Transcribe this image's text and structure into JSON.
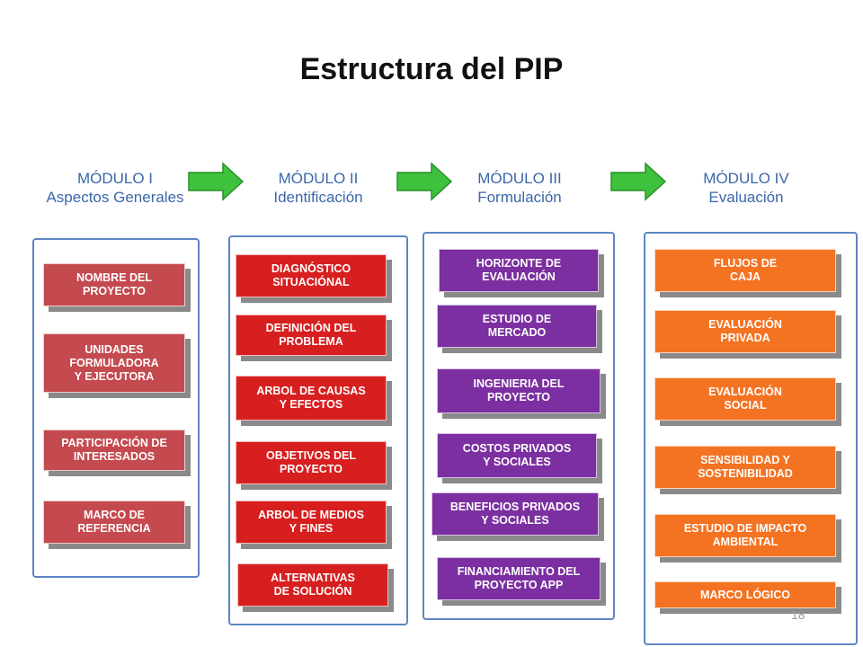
{
  "title": "Estructura del PIP",
  "modules": [
    {
      "name": "MÓDULO I",
      "subtitle": "Aspectos Generales"
    },
    {
      "name": "MÓDULO II",
      "subtitle": "Identificación"
    },
    {
      "name": "MÓDULO III",
      "subtitle": "Formulación"
    },
    {
      "name": "MÓDULO IV",
      "subtitle": "Evaluación"
    }
  ],
  "module1_items": [
    "NOMBRE DEL\nPROYECTO",
    "UNIDADES\nFORMULADORA\nY EJECUTORA",
    "PARTICIPACIÓN DE\nINTERESADOS",
    "MARCO DE\nREFERENCIA"
  ],
  "module2_items": [
    "DIAGNÓSTICO\nSITUACIÓNAL",
    "DEFINICIÓN DEL\nPROBLEMA",
    "ARBOL DE CAUSAS\nY EFECTOS",
    "OBJETIVOS DEL\nPROYECTO",
    "ARBOL DE MEDIOS\nY FINES",
    "ALTERNATIVAS\nDE SOLUCIÓN"
  ],
  "module3_items": [
    "HORIZONTE DE\nEVALUACIÓN",
    "ESTUDIO DE\nMERCADO",
    "INGENIERIA DEL\nPROYECTO",
    "COSTOS PRIVADOS\nY SOCIALES",
    "BENEFICIOS PRIVADOS\nY SOCIALES",
    "FINANCIAMIENTO DEL\nPROYECTO APP"
  ],
  "module4_items": [
    "FLUJOS DE\nCAJA",
    "EVALUACIÓN\nPRIVADA",
    "EVALUACIÓN\nSOCIAL",
    "SENSIBILIDAD Y\nSOSTENIBILIDAD",
    "ESTUDIO DE IMPACTO\nAMBIENTAL",
    "MARCO LÓGICO"
  ],
  "colors": {
    "module1": "#c44a4f",
    "module2": "#d71f1f",
    "module3": "#7b2fa0",
    "module4": "#f47322",
    "heading": "#3a67a8",
    "arrow": "#3ec23e"
  },
  "page_number": "18"
}
